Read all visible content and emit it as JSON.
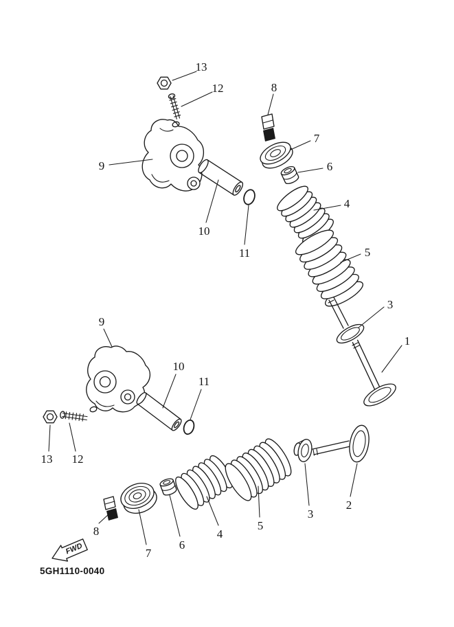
{
  "diagram": {
    "part_code": "5GH1110-0040",
    "fwd_label": "FWD",
    "line_color": "#1a1a1a",
    "background_color": "#ffffff"
  },
  "callouts": [
    {
      "label": "13"
    },
    {
      "label": "12"
    },
    {
      "label": "8"
    },
    {
      "label": "9"
    },
    {
      "label": "7"
    },
    {
      "label": "6"
    },
    {
      "label": "4"
    },
    {
      "label": "10"
    },
    {
      "label": "5"
    },
    {
      "label": "11"
    },
    {
      "label": "3"
    },
    {
      "label": "9"
    },
    {
      "label": "1"
    },
    {
      "label": "10"
    },
    {
      "label": "11"
    },
    {
      "label": "13"
    },
    {
      "label": "12"
    },
    {
      "label": "2"
    },
    {
      "label": "3"
    },
    {
      "label": "5"
    },
    {
      "label": "8"
    },
    {
      "label": "4"
    },
    {
      "label": "6"
    },
    {
      "label": "7"
    }
  ]
}
